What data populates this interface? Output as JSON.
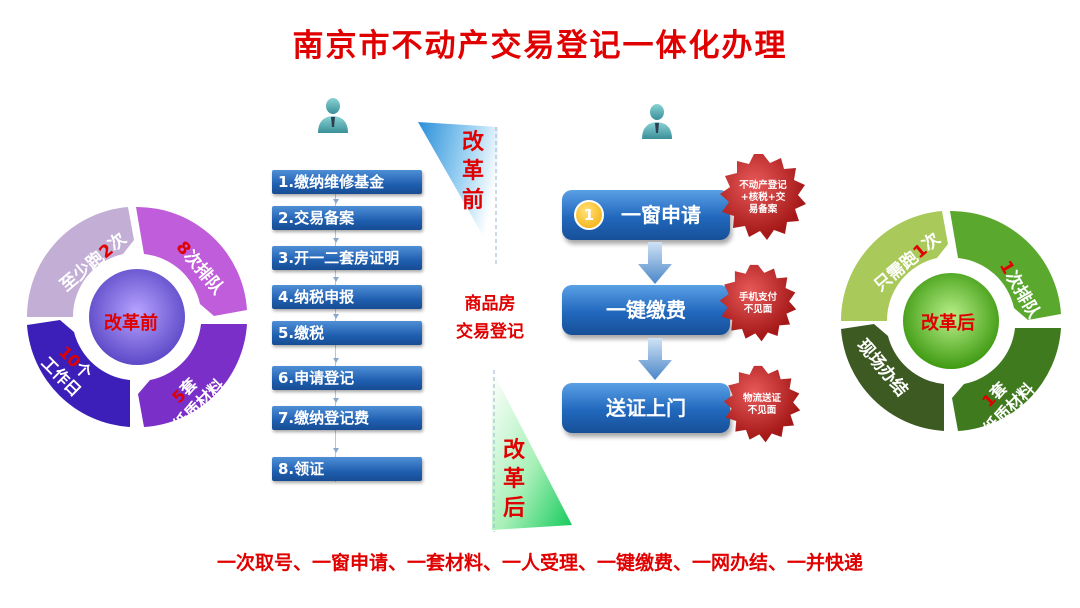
{
  "title": "南京市不动产交易登记一体化办理",
  "footer": "一次取号、一窗申请、一套材料、一人受理、一键缴费、一网办结、一并快递",
  "center_label": [
    "商品房",
    "交易登记"
  ],
  "before_label": [
    "改",
    "革",
    "前"
  ],
  "after_label": [
    "改",
    "革",
    "后"
  ],
  "steps": [
    "1.缴纳维修基金",
    "2.交易备案",
    "3.开一二套房证明",
    "4.纳税申报",
    "5.缴税",
    "6.申请登记",
    "7.缴纳登记费",
    "8.领证"
  ],
  "buttons": [
    {
      "badge": "1",
      "label": "一窗申请",
      "seal": [
        "不动产登记",
        "+核税+交",
        "易备案"
      ]
    },
    {
      "label": "一键缴费",
      "seal": [
        "手机支付",
        "不见面"
      ]
    },
    {
      "label": "送证上门",
      "seal": [
        "物流送证",
        "不见面"
      ]
    }
  ],
  "left_disk": {
    "center": "改革前",
    "segments": [
      {
        "prefix": "至少跑",
        "num": "2",
        "suffix": "次"
      },
      {
        "prefix": "",
        "num": "8",
        "suffix": "次排队"
      },
      {
        "prefix": "",
        "num": "5",
        "suffix": "套",
        "line2": "纸质材料"
      },
      {
        "prefix": "",
        "num": "10",
        "suffix": "个",
        "line2": "工作日"
      }
    ]
  },
  "right_disk": {
    "center": "改革后",
    "segments": [
      {
        "prefix": "只需跑",
        "num": "1",
        "suffix": "次"
      },
      {
        "prefix": "",
        "num": "1",
        "suffix": "次排队"
      },
      {
        "prefix": "",
        "num": "1",
        "suffix": "套",
        "line2": "纸质材料"
      },
      {
        "text": "现场办结"
      }
    ]
  },
  "colors": {
    "title_red": "#e00000",
    "button_blue": "#2168bd",
    "seal_red": "#c62828",
    "purple": "#8a3fd1",
    "green": "#4e8a1f"
  }
}
